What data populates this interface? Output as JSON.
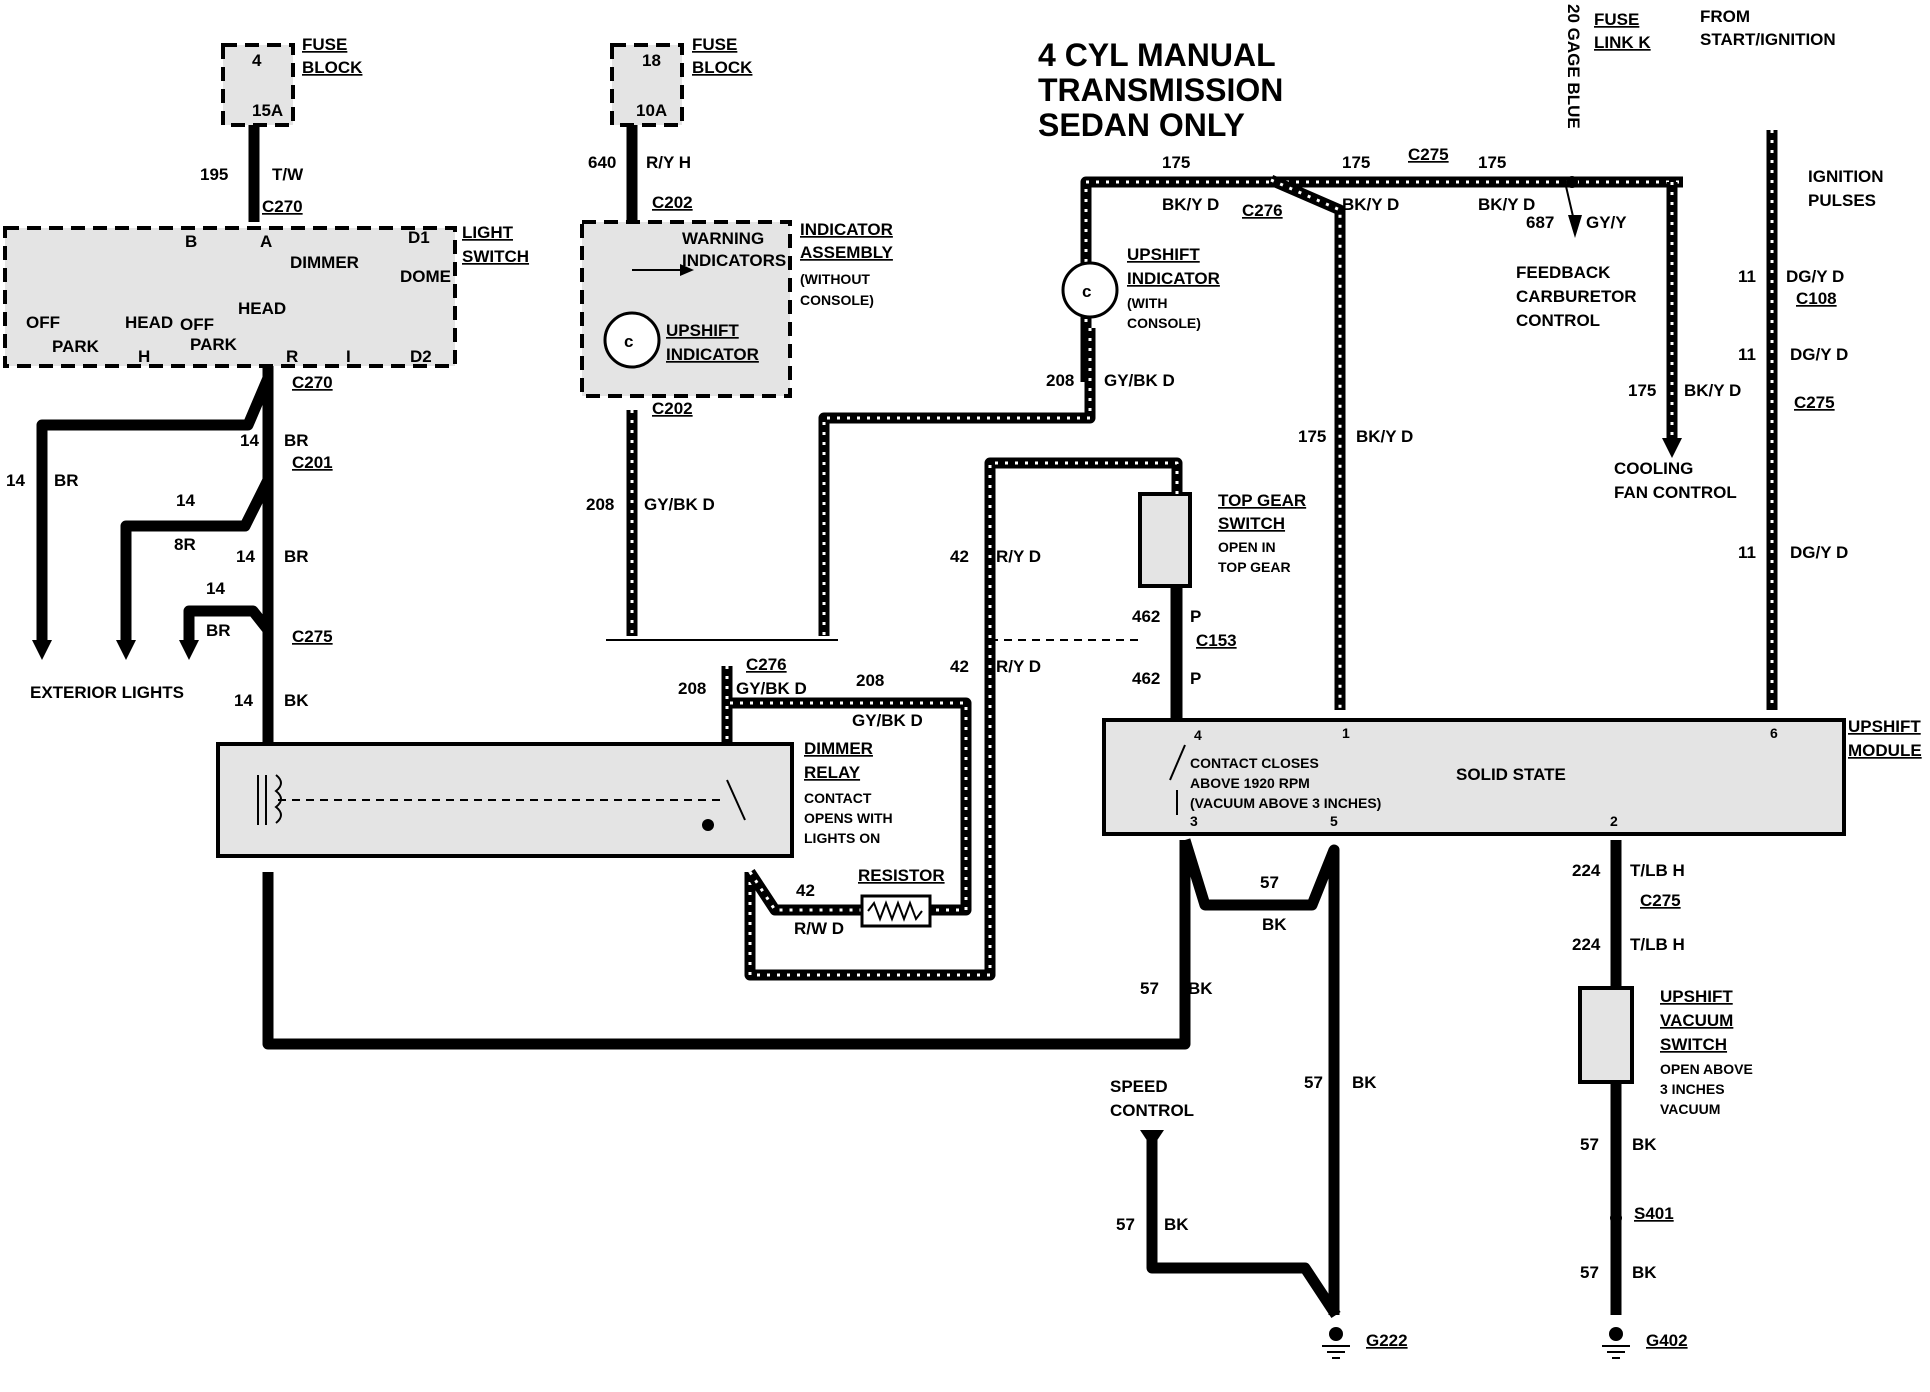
{
  "title": {
    "line1": "4 CYL MANUAL",
    "line2": "TRANSMISSION",
    "line3": "SEDAN ONLY"
  },
  "fuse_block_4": {
    "label1": "FUSE",
    "label2": "BLOCK",
    "num": "4",
    "amp": "15A"
  },
  "fuse_block_18": {
    "label1": "FUSE",
    "label2": "BLOCK",
    "num": "18",
    "amp": "10A"
  },
  "fuse_link_k": {
    "label1": "FUSE",
    "label2": "LINK K",
    "wire": "20 GAGE BLUE"
  },
  "from_start": {
    "line1": "FROM",
    "line2": "START/IGNITION"
  },
  "ignition_pulses": {
    "line1": "IGNITION",
    "line2": "PULSES"
  },
  "light_switch": {
    "label1": "LIGHT",
    "label2": "SWITCH",
    "terms": {
      "b": "B",
      "a": "A",
      "d1": "D1",
      "dimmer": "DIMMER",
      "dome": "DOME",
      "head1": "HEAD",
      "off1": "OFF",
      "head2": "HEAD",
      "off2": "OFF",
      "park1": "PARK",
      "park2": "PARK",
      "h": "H",
      "r": "R",
      "i": "I",
      "d2": "D2"
    }
  },
  "indicator_assembly": {
    "line1": "INDICATOR",
    "line2": "ASSEMBLY",
    "line3": "(WITHOUT",
    "line4": "CONSOLE)",
    "warn1": "WARNING",
    "warn2": "INDICATORS",
    "up1": "UPSHIFT",
    "up2": "INDICATOR"
  },
  "upshift_indicator_console": {
    "line1": "UPSHIFT",
    "line2": "INDICATOR",
    "line3": "(WITH",
    "line4": "CONSOLE)"
  },
  "top_gear_switch": {
    "line1": "TOP GEAR",
    "line2": "SWITCH",
    "line3": "OPEN IN",
    "line4": "TOP GEAR"
  },
  "feedback": {
    "line1": "FEEDBACK",
    "line2": "CARBURETOR",
    "line3": "CONTROL"
  },
  "cooling": {
    "line1": "COOLING",
    "line2": "FAN CONTROL"
  },
  "exterior_lights": "EXTERIOR  LIGHTS",
  "dimmer_relay": {
    "line1": "DIMMER",
    "line2": "RELAY",
    "line3": "CONTACT",
    "line4": "OPENS WITH",
    "line5": "LIGHTS ON"
  },
  "resistor": "RESISTOR",
  "upshift_module": {
    "line1": "UPSHIFT",
    "line2": "MODULE",
    "state": "SOLID STATE",
    "c1": "CONTACT CLOSES",
    "c2": "ABOVE 1920 RPM",
    "c3": "(VACUUM ABOVE 3 INCHES)",
    "p4": "4",
    "p1": "1",
    "p6": "6",
    "p3": "3",
    "p5": "5",
    "p2": "2"
  },
  "vacuum_switch": {
    "line1": "UPSHIFT",
    "line2": "VACUUM",
    "line3": "SWITCH",
    "line4": "OPEN ABOVE",
    "line5": "3 INCHES",
    "line6": "VACUUM"
  },
  "speed_control": {
    "line1": "SPEED",
    "line2": "CONTROL"
  },
  "connectors": {
    "c270a": "C270",
    "c270b": "C270",
    "c202a": "C202",
    "c202b": "C202",
    "c201": "C201",
    "c275a": "C275",
    "c275b": "C275",
    "c275c": "C275",
    "c275d": "C275",
    "c276a": "C276",
    "c276b": "C276",
    "c108": "C108",
    "c153": "C153",
    "s401": "S401",
    "g222": "G222",
    "g402": "G402"
  },
  "wires": {
    "w195": {
      "num": "195",
      "col": "T/W"
    },
    "w640": {
      "num": "640",
      "col": "R/Y H"
    },
    "w175a": {
      "num": "175",
      "col": "BK/Y D"
    },
    "w175b": {
      "num": "175",
      "col": "BK/Y D"
    },
    "w175c": {
      "num": "175",
      "col": "BK/Y D"
    },
    "w175d": {
      "num": "175",
      "col": "BK/Y D"
    },
    "w175e": {
      "num": "175",
      "col": "BK/Y D"
    },
    "w687": {
      "num": "687",
      "col": "GY/Y"
    },
    "w11a": {
      "num": "11",
      "col": "DG/Y D"
    },
    "w11b": {
      "num": "11",
      "col": "DG/Y D"
    },
    "w11c": {
      "num": "11",
      "col": "DG/Y D"
    },
    "w208a": {
      "num": "208",
      "col": "GY/BK D"
    },
    "w208b": {
      "num": "208",
      "col": "GY/BK D"
    },
    "w208c": {
      "num": "208",
      "col": "GY/BK D"
    },
    "w208d": {
      "num": "208",
      "col": "GY/BK D"
    },
    "w14a": {
      "num": "14",
      "col": "BR"
    },
    "w14b": {
      "num": "14",
      "col": "BR"
    },
    "w14c": {
      "num": "14",
      "col": "8R"
    },
    "w14d": {
      "num": "14",
      "col": "BR"
    },
    "w14e": {
      "num": "14",
      "col": "BR"
    },
    "w14f": {
      "num": "14",
      "col": "BK"
    },
    "w42a": {
      "num": "42",
      "col": "R/Y D"
    },
    "w42b": {
      "num": "42",
      "col": "R/Y D"
    },
    "w42c": {
      "num": "42",
      "col": "R/W D"
    },
    "w462a": {
      "num": "462",
      "col": "P"
    },
    "w462b": {
      "num": "462",
      "col": "P"
    },
    "w57a": {
      "num": "57",
      "col": "BK"
    },
    "w57b": {
      "num": "57",
      "col": "BK"
    },
    "w57c": {
      "num": "57",
      "col": "BK"
    },
    "w57d": {
      "num": "57",
      "col": "BK"
    },
    "w57e": {
      "num": "57",
      "col": "BK"
    },
    "w57f": {
      "num": "57",
      "col": "BK"
    },
    "w224a": {
      "num": "224",
      "col": "T/LB H"
    },
    "w224b": {
      "num": "224",
      "col": "T/LB H"
    }
  }
}
